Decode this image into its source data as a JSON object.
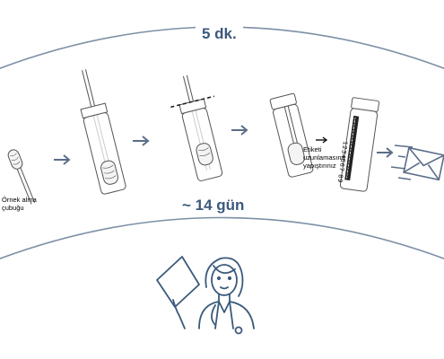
{
  "timeline": {
    "top_duration": "5 dk.",
    "bottom_duration": "~ 14 gün"
  },
  "steps": {
    "swab_label_line1": "Örnek alma",
    "swab_label_line2": "çubuğu",
    "label_instruction_line1": "Etiketi",
    "label_instruction_line2": "uzunlamasına",
    "label_instruction_line3": "yapıştırınız",
    "barcode_number": "1234567 89"
  },
  "icons": [
    "swab-icon",
    "arrow-right-icon",
    "tube-insert-icon",
    "tube-break-icon",
    "tube-closed-icon",
    "labeled-tube-icon",
    "mail-envelope-icon",
    "doctor-icon"
  ],
  "colors": {
    "accent": "#3b5a7c",
    "line": "#7d8fa6",
    "drawing": "#555555"
  }
}
